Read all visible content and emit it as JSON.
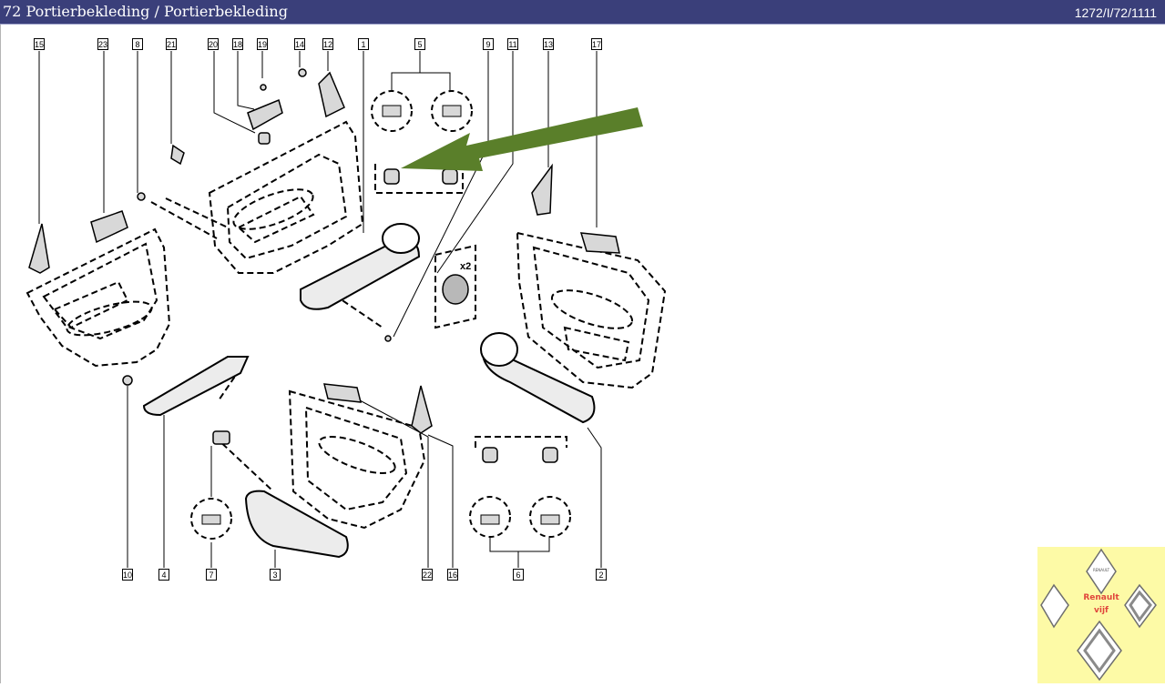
{
  "header": {
    "title": "72 Portierbekleding / Portierbekleding",
    "ref": "1272/I/72/1111"
  },
  "callouts": {
    "c15": "15",
    "c23": "23",
    "c8": "8",
    "c21": "21",
    "c20": "20",
    "c18": "18",
    "c19": "19",
    "c14": "14",
    "c12": "12",
    "c1": "1",
    "c5": "5",
    "c9": "9",
    "c11": "11",
    "c13": "13",
    "c17": "17",
    "c10": "10",
    "c4": "4",
    "c7": "7",
    "c3": "3",
    "c22": "22",
    "c16": "16",
    "c6": "6",
    "c2": "2"
  },
  "annotations": {
    "qty_x2": "x2"
  },
  "logo": {
    "brand_small": "RENAULT",
    "line1": "Renault",
    "line2": "vijf"
  },
  "colors": {
    "titlebar": "#3a3f7a",
    "arrow": "#5a7f2a",
    "logo_bg": "#fdfaa6",
    "logo_text": "#e0463c"
  }
}
